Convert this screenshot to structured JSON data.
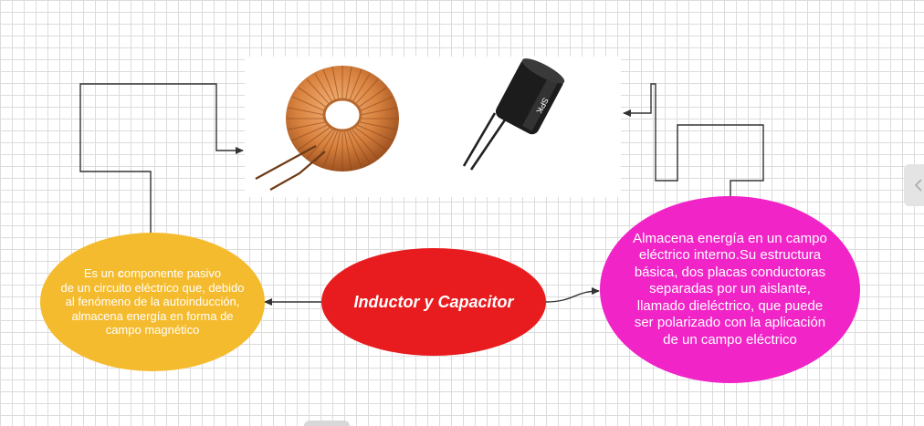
{
  "diagram": {
    "central_topic": "Inductor y Capacitor",
    "inductor_definition": {
      "prefix": "Es un ",
      "bold_letter": "c",
      "rest": "omponente pasivo\nde un circuito eléctrico que, debido\nal fenómeno de la autoinducción,\nalmacena energía en forma de\ncampo magnético"
    },
    "capacitor_definition": "Almacena energía en un campo eléctrico interno.Su estructura básica, dos placas conductoras separadas por un aislante, llamado dieléctrico, que puede ser polarizado con la aplicación de un campo eléctrico",
    "capacitor_label_text": "SPK",
    "colors": {
      "central_node": "#e81b1e",
      "inductor_node": "#f5bb2e",
      "capacitor_node": "#f024c7",
      "connector": "#333333",
      "copper": "#d9823f",
      "capacitor_body": "#1c1c1c"
    }
  }
}
